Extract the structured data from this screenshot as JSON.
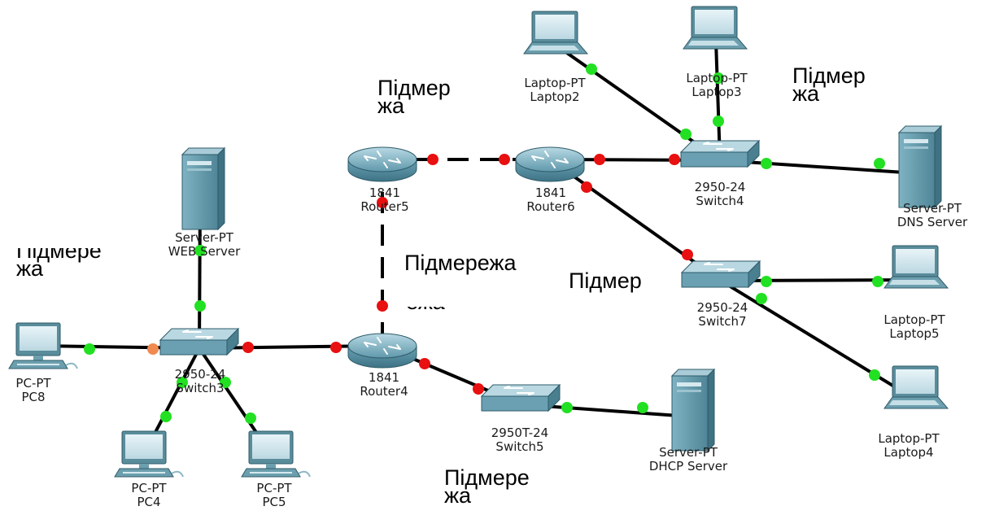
{
  "devices": [
    {
      "id": "laptop2",
      "type": "laptop",
      "model": "Laptop-PT",
      "name": "Laptop2"
    },
    {
      "id": "laptop3",
      "type": "laptop",
      "model": "Laptop-PT",
      "name": "Laptop3"
    },
    {
      "id": "router5",
      "type": "router",
      "model": "1841",
      "name": "Router5"
    },
    {
      "id": "router6",
      "type": "router",
      "model": "1841",
      "name": "Router6"
    },
    {
      "id": "switch4",
      "type": "switch",
      "model": "2950-24",
      "name": "Switch4"
    },
    {
      "id": "dns-server",
      "type": "server",
      "model": "Server-PT",
      "name": "DNS Server"
    },
    {
      "id": "web-server",
      "type": "server",
      "model": "Server-PT",
      "name": "WEB Server"
    },
    {
      "id": "switch7",
      "type": "switch",
      "model": "2950-24",
      "name": "Switch7"
    },
    {
      "id": "laptop5",
      "type": "laptop",
      "model": "Laptop-PT",
      "name": "Laptop5"
    },
    {
      "id": "laptop4",
      "type": "laptop",
      "model": "Laptop-PT",
      "name": "Laptop4"
    },
    {
      "id": "pc8",
      "type": "pc",
      "model": "PC-PT",
      "name": "PC8"
    },
    {
      "id": "switch3",
      "type": "switch",
      "model": "2950-24",
      "name": "Switch3"
    },
    {
      "id": "router4",
      "type": "router",
      "model": "1841",
      "name": "Router4"
    },
    {
      "id": "switch5",
      "type": "switch",
      "model": "2950T-24",
      "name": "Switch5"
    },
    {
      "id": "dhcp-server",
      "type": "server",
      "model": "Server-PT",
      "name": "DHCP Server"
    },
    {
      "id": "pc4",
      "type": "pc",
      "model": "PC-PT",
      "name": "PC4"
    },
    {
      "id": "pc5",
      "type": "pc",
      "model": "PC-PT",
      "name": "PC5"
    }
  ],
  "links": [
    {
      "from": "router5",
      "to": "router6",
      "style": "dashed",
      "status": [
        "down",
        "down"
      ]
    },
    {
      "from": "router5",
      "to": "router4",
      "style": "dashed",
      "status": [
        "down",
        "down"
      ]
    },
    {
      "from": "router6",
      "to": "switch4",
      "style": "solid",
      "status": [
        "down",
        "down"
      ]
    },
    {
      "from": "router6",
      "to": "switch7",
      "style": "solid",
      "status": [
        "down",
        "down"
      ]
    },
    {
      "from": "laptop2",
      "to": "switch4",
      "style": "solid",
      "status": [
        "up",
        "up"
      ]
    },
    {
      "from": "laptop3",
      "to": "switch4",
      "style": "solid",
      "status": [
        "up",
        "up"
      ]
    },
    {
      "from": "switch4",
      "to": "dns-server",
      "style": "solid",
      "status": [
        "up",
        "up"
      ]
    },
    {
      "from": "switch7",
      "to": "laptop5",
      "style": "solid",
      "status": [
        "up",
        "up"
      ]
    },
    {
      "from": "switch7",
      "to": "laptop4",
      "style": "solid",
      "status": [
        "up",
        "up"
      ]
    },
    {
      "from": "web-server",
      "to": "switch3",
      "style": "solid",
      "status": [
        "up",
        "up"
      ]
    },
    {
      "from": "pc8",
      "to": "switch3",
      "style": "solid",
      "status": [
        "up",
        "blocking"
      ]
    },
    {
      "from": "switch3",
      "to": "router4",
      "style": "solid",
      "status": [
        "down",
        "down"
      ]
    },
    {
      "from": "switch3",
      "to": "pc4",
      "style": "solid",
      "status": [
        "up",
        "up"
      ]
    },
    {
      "from": "switch3",
      "to": "pc5",
      "style": "solid",
      "status": [
        "up",
        "up"
      ]
    },
    {
      "from": "router4",
      "to": "switch5",
      "style": "solid",
      "status": [
        "down",
        "down"
      ]
    },
    {
      "from": "switch5",
      "to": "dhcp-server",
      "style": "solid",
      "status": [
        "up",
        "up"
      ]
    }
  ],
  "annotations": [
    {
      "id": "subnet-top",
      "lines": [
        "Підмер",
        "жа"
      ]
    },
    {
      "id": "subnet-top-right",
      "lines": [
        "Підмер",
        "жа"
      ]
    },
    {
      "id": "subnet-left",
      "lines": [
        "Підмере",
        "жа"
      ]
    },
    {
      "id": "subnet-center",
      "lines": [
        "Підмережа"
      ]
    },
    {
      "id": "subnet-center-partial",
      "lines": [
        "ежа"
      ]
    },
    {
      "id": "subnet-right",
      "lines": [
        "Підмер"
      ]
    },
    {
      "id": "subnet-bottom",
      "lines": [
        "Підмере",
        "жа"
      ]
    }
  ],
  "colors": {
    "link": "#000000",
    "port_up": "#22e022",
    "port_down": "#e81010",
    "port_blocking": "#f08a50",
    "device_body": "#5b98a8",
    "label_text": "#1a1a1a",
    "background": "#ffffff"
  }
}
